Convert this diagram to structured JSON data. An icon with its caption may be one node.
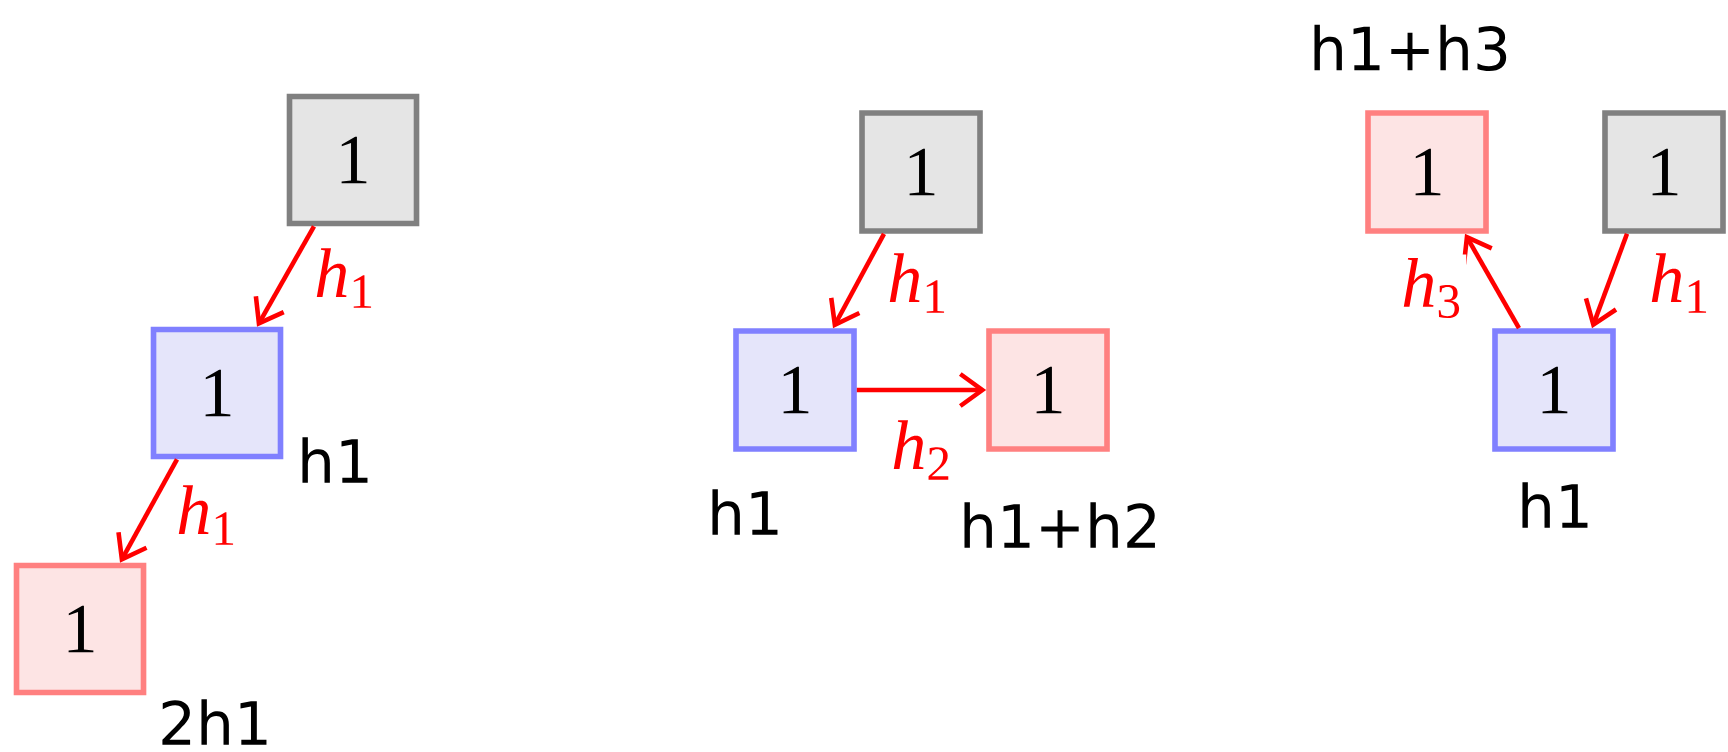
{
  "diagram": {
    "nodes": [
      {
        "text": [
          "1"
        ]
      },
      {
        "text": [
          "1"
        ],
        "beside": [
          "h1"
        ]
      },
      {
        "text": [
          "1"
        ],
        "beside": [
          "2h1"
        ]
      },
      {
        "text": [
          "1"
        ]
      },
      {
        "text": [
          "1"
        ],
        "beside": [
          "h1"
        ]
      },
      {
        "text": [
          "1"
        ],
        "beside": [
          "h1+h2"
        ]
      },
      {
        "text": [
          "1"
        ],
        "beside": [
          "h1+h3"
        ]
      },
      {
        "text": [
          "1"
        ]
      },
      {
        "text": [
          "1"
        ],
        "beside": [
          "h1"
        ]
      }
    ],
    "edges": [
      {
        "from": 0,
        "to": 1,
        "arrow": "to",
        "label": "*h*$_{1}$"
      },
      {
        "from": 1,
        "to": 2,
        "arrow": "to",
        "label": "*h*$_{1}$"
      },
      {
        "from": 3,
        "to": 4,
        "arrow": "to",
        "label": "*h*$_{1}$"
      },
      {
        "from": 4,
        "to": 5,
        "arrow": "to",
        "label": "*h*$_{2}$"
      },
      {
        "from": 8,
        "to": 6,
        "arrow": "to",
        "label": "*h*$_{3}$"
      },
      {
        "from": 7,
        "to": 8,
        "arrow": "to",
        "label": "*h*$_{1}$"
      }
    ]
  }
}
